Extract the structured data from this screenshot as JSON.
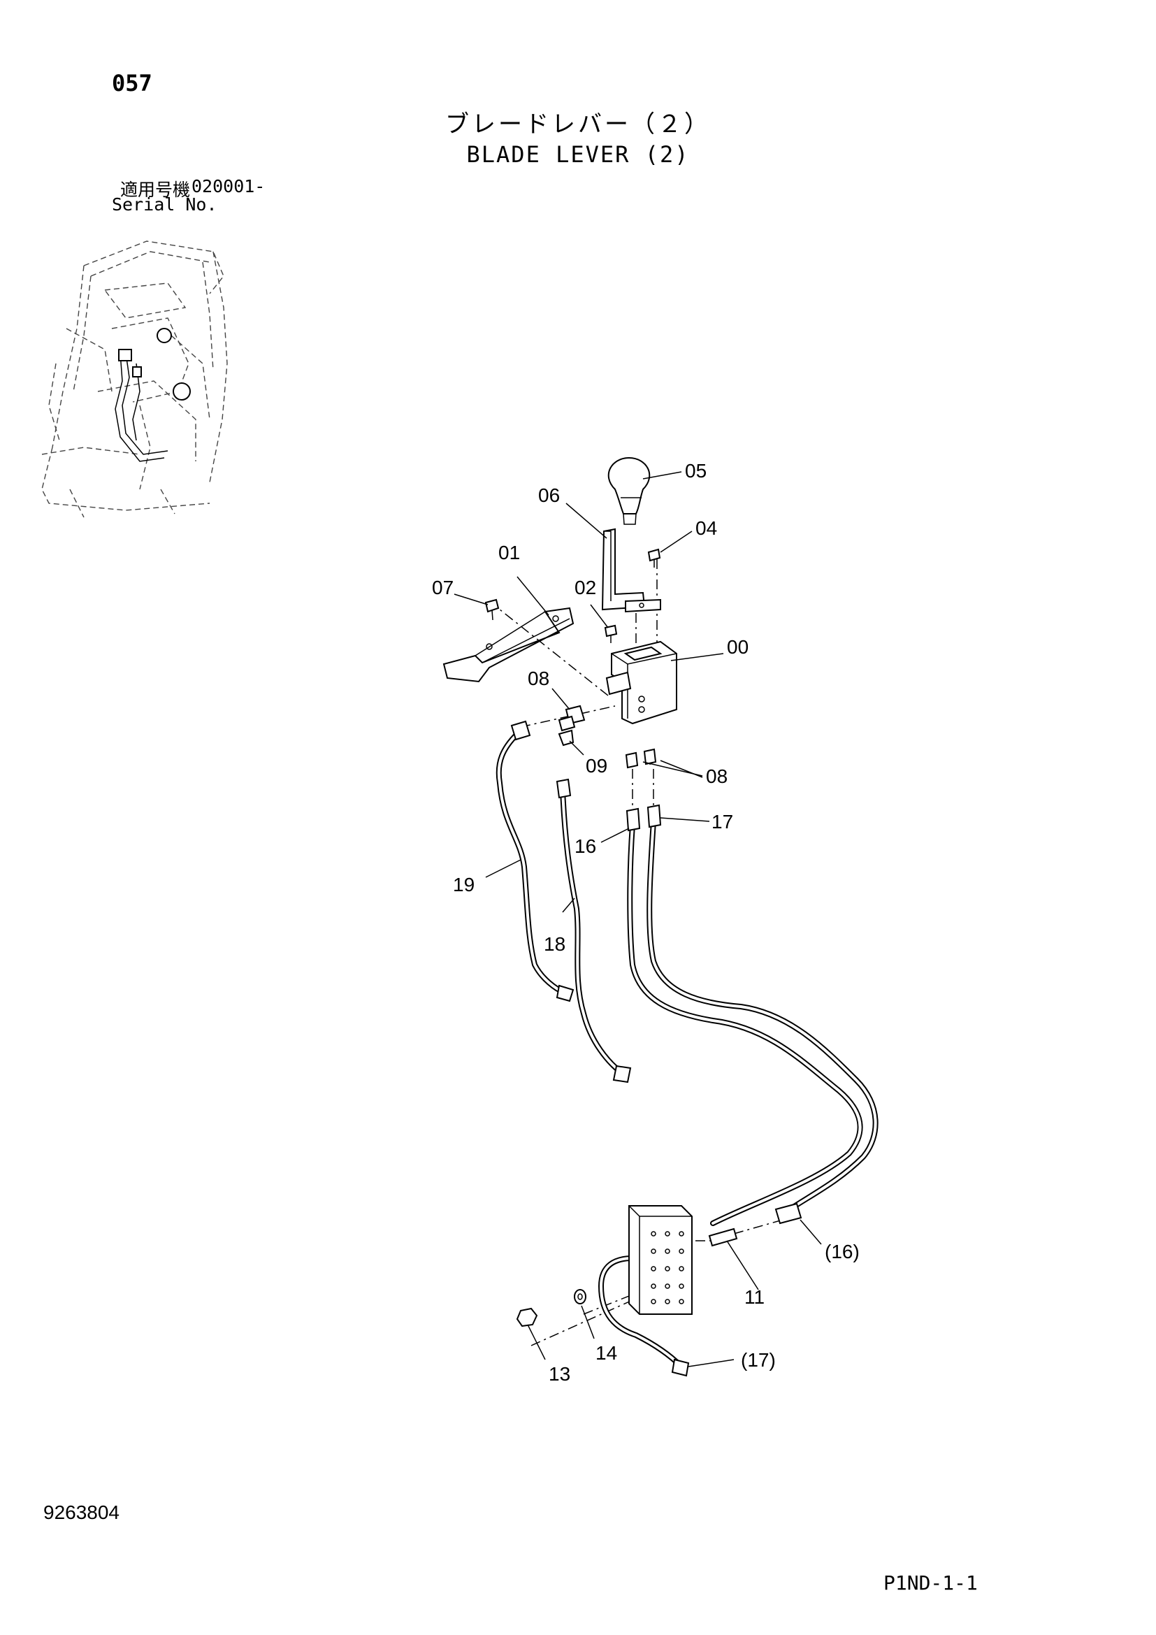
{
  "header": {
    "page_number": "057",
    "title_jp": "ブレードレバー（２）",
    "title_en": "BLADE LEVER (2)",
    "serial_label_jp": "適用号機",
    "serial_label_en": "Serial No.",
    "serial_value": "020001-"
  },
  "footer": {
    "doc_number": "9263804",
    "sheet_code": "P1ND-1-1"
  },
  "callouts": {
    "p00": "00",
    "p01": "01",
    "p02": "02",
    "p04": "04",
    "p05": "05",
    "p06": "06",
    "p07": "07",
    "p08a": "08",
    "p08b": "08",
    "p09": "09",
    "p11": "11",
    "p13": "13",
    "p14": "14",
    "p16": "16",
    "p16b": "(16)",
    "p17": "17",
    "p17b": "(17)",
    "p18": "18",
    "p19": "19"
  }
}
